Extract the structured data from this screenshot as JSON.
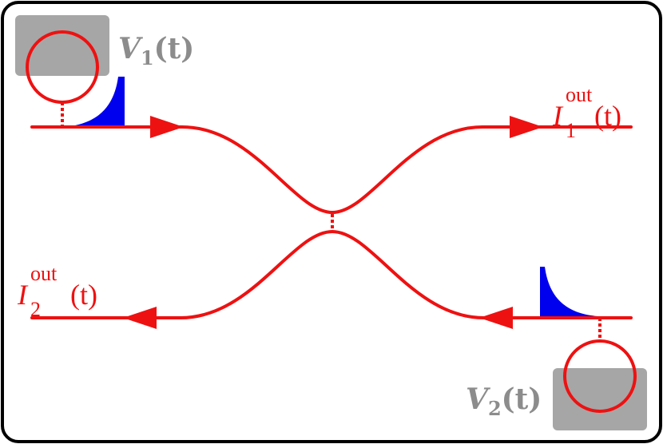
{
  "labels": {
    "v1": {
      "sym": "V",
      "sub": "1",
      "arg": "(t)"
    },
    "v2": {
      "sym": "V",
      "sub": "2",
      "arg": "(t)"
    },
    "i1": {
      "sym": "I",
      "sub": "1",
      "sup": "out",
      "arg": "(t)"
    },
    "i2": {
      "sym": "I",
      "sub": "2",
      "sup": "out",
      "arg": "(t)"
    }
  },
  "colors": {
    "waveguide": "#ee1111",
    "pulse": "#0000ee",
    "qubit_box": "#a6a6a6",
    "label_gray": "#8c8c8c",
    "frame": "#000000"
  }
}
